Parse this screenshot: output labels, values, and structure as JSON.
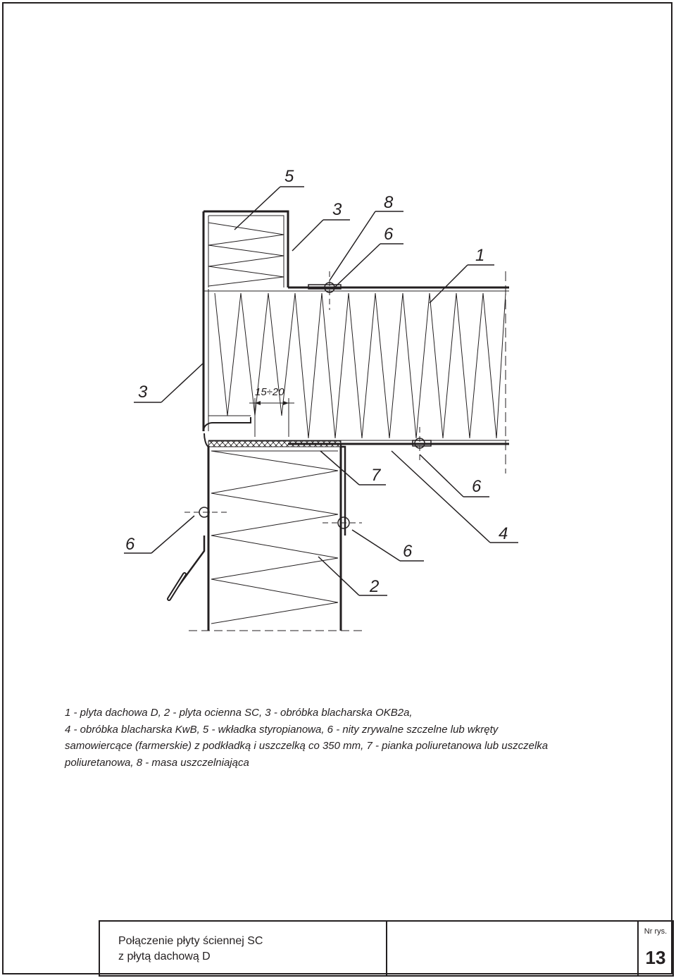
{
  "callouts": {
    "top_5": "5",
    "top_3": "3",
    "top_8": "8",
    "top_6": "6",
    "top_1": "1",
    "left_3": "3",
    "mid_7": "7",
    "mid_6_right": "6",
    "left_6": "6",
    "mid_6": "6",
    "right_4": "4",
    "bottom_2": "2"
  },
  "dimension": "15÷20",
  "legend_lines": [
    "1 - plyta dachowa D, 2 - plyta ocienna SC, 3 - obróbka blacharska OKB2a,",
    "4 - obróbka blacharska KwB, 5 - wkładka styropianowa, 6 - nity zrywalne szczelne lub wkręty",
    "samowiercące (farmerskie) z podkładką i uszczelką co 350 mm, 7 - pianka poliuretanowa lub uszczelka",
    "poliuretanowa, 8 - masa uszczelniająca"
  ],
  "title_block": {
    "title_line1": "Połączenie płyty ściennej SC",
    "title_line2": "z płytą dachową D",
    "nr_label": "Nr rys.",
    "nr_value": "13"
  },
  "colors": {
    "ink": "#231f20",
    "background": "#ffffff"
  }
}
